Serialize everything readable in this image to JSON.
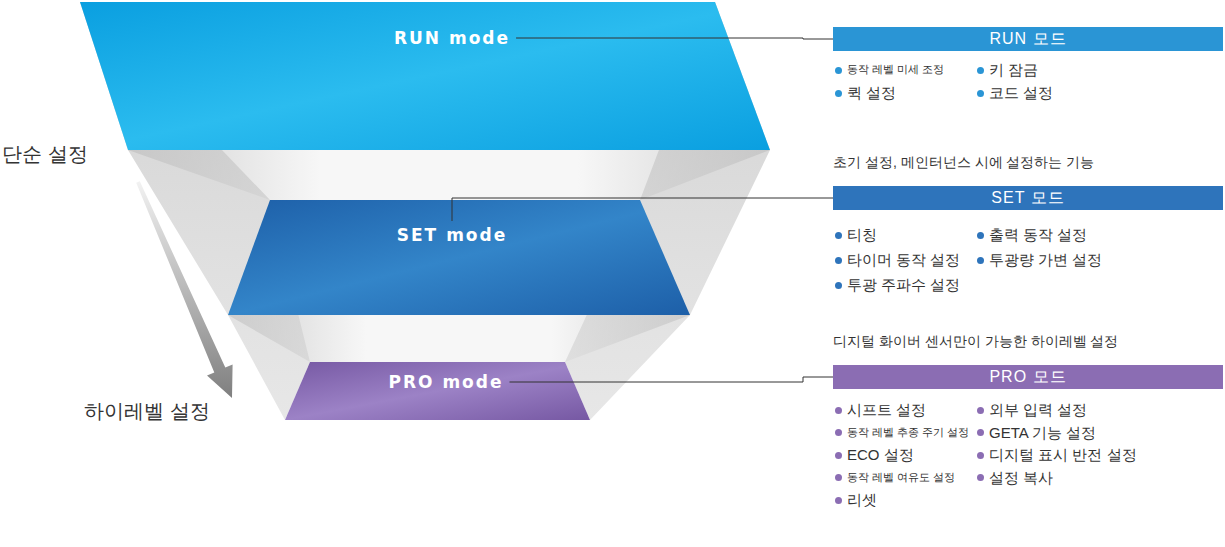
{
  "diagram": {
    "nodes": [
      {
        "text": [
          "RUN mode"
        ]
      },
      {
        "text": [
          "SET mode"
        ]
      },
      {
        "text": [
          "PRO mode"
        ]
      },
      {
        "text": [
          "RUN 모드",
          "동작 레벨 미세 조정",
          "키 잠금",
          "퀵 설정",
          "코드 설정"
        ]
      },
      {
        "text": [
          "초기 설정, 메인터넌스 시에 설정하는 기능",
          "SET 모드",
          "티칭",
          "출력 동작 설정",
          "타이머 동작 설정",
          "투광량 가변 설정",
          "투광 주파수 설정"
        ]
      },
      {
        "text": [
          "디지털 화이버 센서만이 가능한 하이레벨 설정",
          "PRO 모드",
          "시프트 설정",
          "외부 입력 설정",
          "동작 레벨 추종 주기 설정",
          "GETA 기능 설정",
          "ECO 설정",
          "디지털 표시 반전 설정",
          "동작 레벨 여유도 설정",
          "설정 복사",
          "리셋"
        ]
      }
    ],
    "edges": [
      {
        "from": 0,
        "to": 3,
        "arrow": "none"
      },
      {
        "from": 1,
        "to": 4,
        "arrow": "none"
      },
      {
        "from": 2,
        "to": 5,
        "arrow": "none"
      }
    ],
    "labels": [
      "단순 설정",
      "하이레벨 설정"
    ]
  }
}
